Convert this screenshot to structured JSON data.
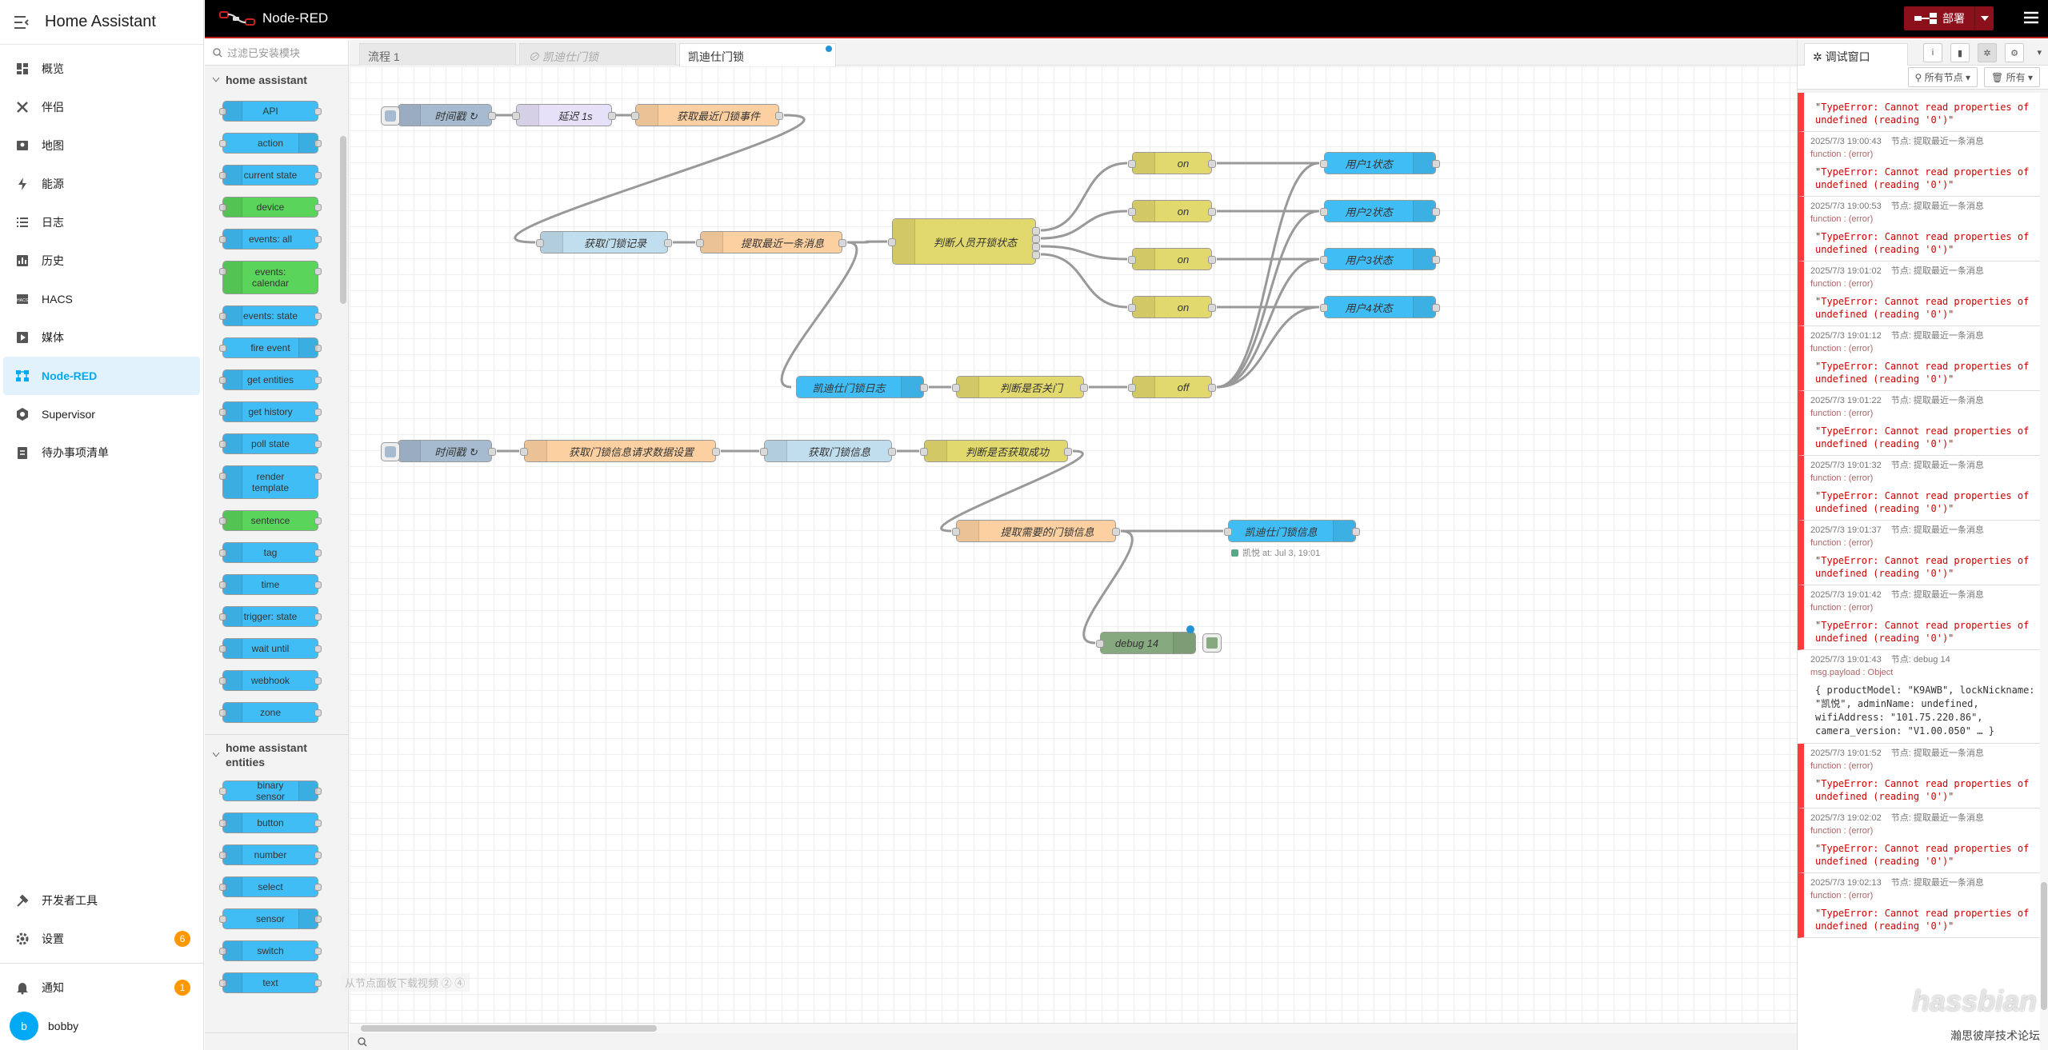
{
  "ha": {
    "title": "Home Assistant",
    "nav": [
      {
        "label": "概览",
        "icon": "dashboard-icon"
      },
      {
        "label": "伴侣",
        "icon": "tools-icon"
      },
      {
        "label": "地图",
        "icon": "map-icon"
      },
      {
        "label": "能源",
        "icon": "energy-icon"
      },
      {
        "label": "日志",
        "icon": "logbook-icon"
      },
      {
        "label": "历史",
        "icon": "history-icon"
      },
      {
        "label": "HACS",
        "icon": "hacs-icon"
      },
      {
        "label": "媒体",
        "icon": "media-icon"
      },
      {
        "label": "Node-RED",
        "icon": "node-red-icon",
        "active": true
      },
      {
        "label": "Supervisor",
        "icon": "supervisor-icon"
      },
      {
        "label": "待办事项清单",
        "icon": "todo-icon"
      }
    ],
    "dev_tools": "开发者工具",
    "settings": "设置",
    "settings_badge": "6",
    "notifications": "通知",
    "notifications_badge": "1",
    "user_initial": "b",
    "user": "bobby"
  },
  "nr": {
    "title": "Node-RED",
    "deploy": "部署",
    "palette": {
      "search_placeholder": "过滤已安装模块",
      "cat1": "home assistant",
      "cat2": "home assistant entities",
      "nodes1": [
        "API",
        "action",
        "current state",
        "device",
        "events: all",
        "events: calendar",
        "events: state",
        "fire event",
        "get entities",
        "get history",
        "poll state",
        "render template",
        "sentence",
        "tag",
        "time",
        "trigger: state",
        "wait until",
        "webhook",
        "zone"
      ],
      "nodes2": [
        "binary sensor",
        "button",
        "number",
        "select",
        "sensor",
        "switch",
        "text"
      ]
    },
    "tabs": [
      "流程 1",
      "凯迪仕门锁",
      "凯迪仕门锁"
    ],
    "hint": "从节点面板下载视频 ② ④",
    "flow": {
      "n_inject1": "时间戳 ↻",
      "n_delay": "延迟 1s",
      "n_f1": "获取最近门锁事件",
      "n_api1": "获取门锁记录",
      "n_f2": "提取最近一条消息",
      "n_sw1": "判断人员开锁状态",
      "n_on1": "on",
      "n_on2": "on",
      "n_on3": "on",
      "n_on4": "on",
      "n_off": "off",
      "n_u1": "用户1状态",
      "n_u2": "用户2状态",
      "n_u3": "用户3状态",
      "n_u4": "用户4状态",
      "n_log": "凯迪仕门锁日志",
      "n_sw2": "判断是否关门",
      "n_inject2": "时间戳 ↻",
      "n_f3": "获取门锁信息请求数据设置",
      "n_api2": "获取门锁信息",
      "n_sw3": "判断是否获取成功",
      "n_f4": "提取需要的门锁信息",
      "n_info": "凯迪仕门锁信息",
      "n_info_status": "凯悦 at: Jul 3, 19:01",
      "n_debug": "debug 14"
    }
  },
  "debug": {
    "tab": "调试窗口",
    "filter_nodes": "所有节点",
    "filter_all": "所有",
    "messages": [
      {
        "type": "err",
        "time": "",
        "node": "",
        "src": "",
        "body": "\"TypeError: Cannot read properties of undefined (reading '0')\""
      },
      {
        "type": "err",
        "time": "2025/7/3 19:00:43",
        "node": "节点: 提取最近一条消息",
        "src": "function : (error)",
        "body": "\"TypeError: Cannot read properties of undefined (reading '0')\""
      },
      {
        "type": "err",
        "time": "2025/7/3 19:00:53",
        "node": "节点: 提取最近一条消息",
        "src": "function : (error)",
        "body": "\"TypeError: Cannot read properties of undefined (reading '0')\""
      },
      {
        "type": "err",
        "time": "2025/7/3 19:01:02",
        "node": "节点: 提取最近一条消息",
        "src": "function : (error)",
        "body": "\"TypeError: Cannot read properties of undefined (reading '0')\""
      },
      {
        "type": "err",
        "time": "2025/7/3 19:01:12",
        "node": "节点: 提取最近一条消息",
        "src": "function : (error)",
        "body": "\"TypeError: Cannot read properties of undefined (reading '0')\""
      },
      {
        "type": "err",
        "time": "2025/7/3 19:01:22",
        "node": "节点: 提取最近一条消息",
        "src": "function : (error)",
        "body": "\"TypeError: Cannot read properties of undefined (reading '0')\""
      },
      {
        "type": "err",
        "time": "2025/7/3 19:01:32",
        "node": "节点: 提取最近一条消息",
        "src": "function : (error)",
        "body": "\"TypeError: Cannot read properties of undefined (reading '0')\""
      },
      {
        "type": "err",
        "time": "2025/7/3 19:01:37",
        "node": "节点: 提取最近一条消息",
        "src": "function : (error)",
        "body": "\"TypeError: Cannot read properties of undefined (reading '0')\""
      },
      {
        "type": "err",
        "time": "2025/7/3 19:01:42",
        "node": "节点: 提取最近一条消息",
        "src": "function : (error)",
        "body": "\"TypeError: Cannot read properties of undefined (reading '0')\""
      },
      {
        "type": "ok",
        "time": "2025/7/3 19:01:43",
        "node": "节点: debug 14",
        "src": "msg.payload : Object",
        "obj": "{ productModel: \"K9AWB\", lockNickname: \"凯悦\", adminName: undefined, wifiAddress: \"101.75.220.86\", camera_version: \"V1.00.050\" … }"
      },
      {
        "type": "err",
        "time": "2025/7/3 19:01:52",
        "node": "节点: 提取最近一条消息",
        "src": "function : (error)",
        "body": "\"TypeError: Cannot read properties of undefined (reading '0')\""
      },
      {
        "type": "err",
        "time": "2025/7/3 19:02:02",
        "node": "节点: 提取最近一条消息",
        "src": "function : (error)",
        "body": "\"TypeError: Cannot read properties of undefined (reading '0')\""
      },
      {
        "type": "err",
        "time": "2025/7/3 19:02:13",
        "node": "节点: 提取最近一条消息",
        "src": "function : (error)",
        "body": "\"TypeError: Cannot read properties of undefined (reading '0')\""
      }
    ],
    "watermark": "瀚思彼岸技术论坛",
    "watermark_logo": "hassbian"
  }
}
